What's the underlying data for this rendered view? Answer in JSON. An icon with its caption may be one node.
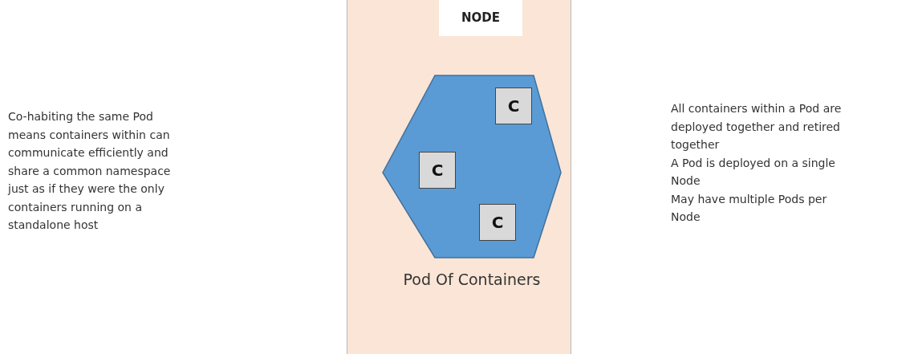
{
  "diagram": {
    "nodes": [
      {
        "text": [
          "NODE"
        ]
      },
      {
        "text": [
          "Pod Of Containers"
        ],
        "in": 0
      },
      {
        "text": [
          "C"
        ],
        "in": 1
      },
      {
        "text": [
          "C"
        ],
        "in": 1
      },
      {
        "text": [
          "C"
        ],
        "in": 1
      }
    ],
    "labels": [
      "Co-habiting the same Pod means containers within can communicate efficiently and share a common namespace just as if they were the only containers running on a standalone host",
      "All containers within a Pod are deployed together and retired together",
      "A Pod is deployed on a single Node",
      "May have multiple Pods per Node"
    ]
  }
}
